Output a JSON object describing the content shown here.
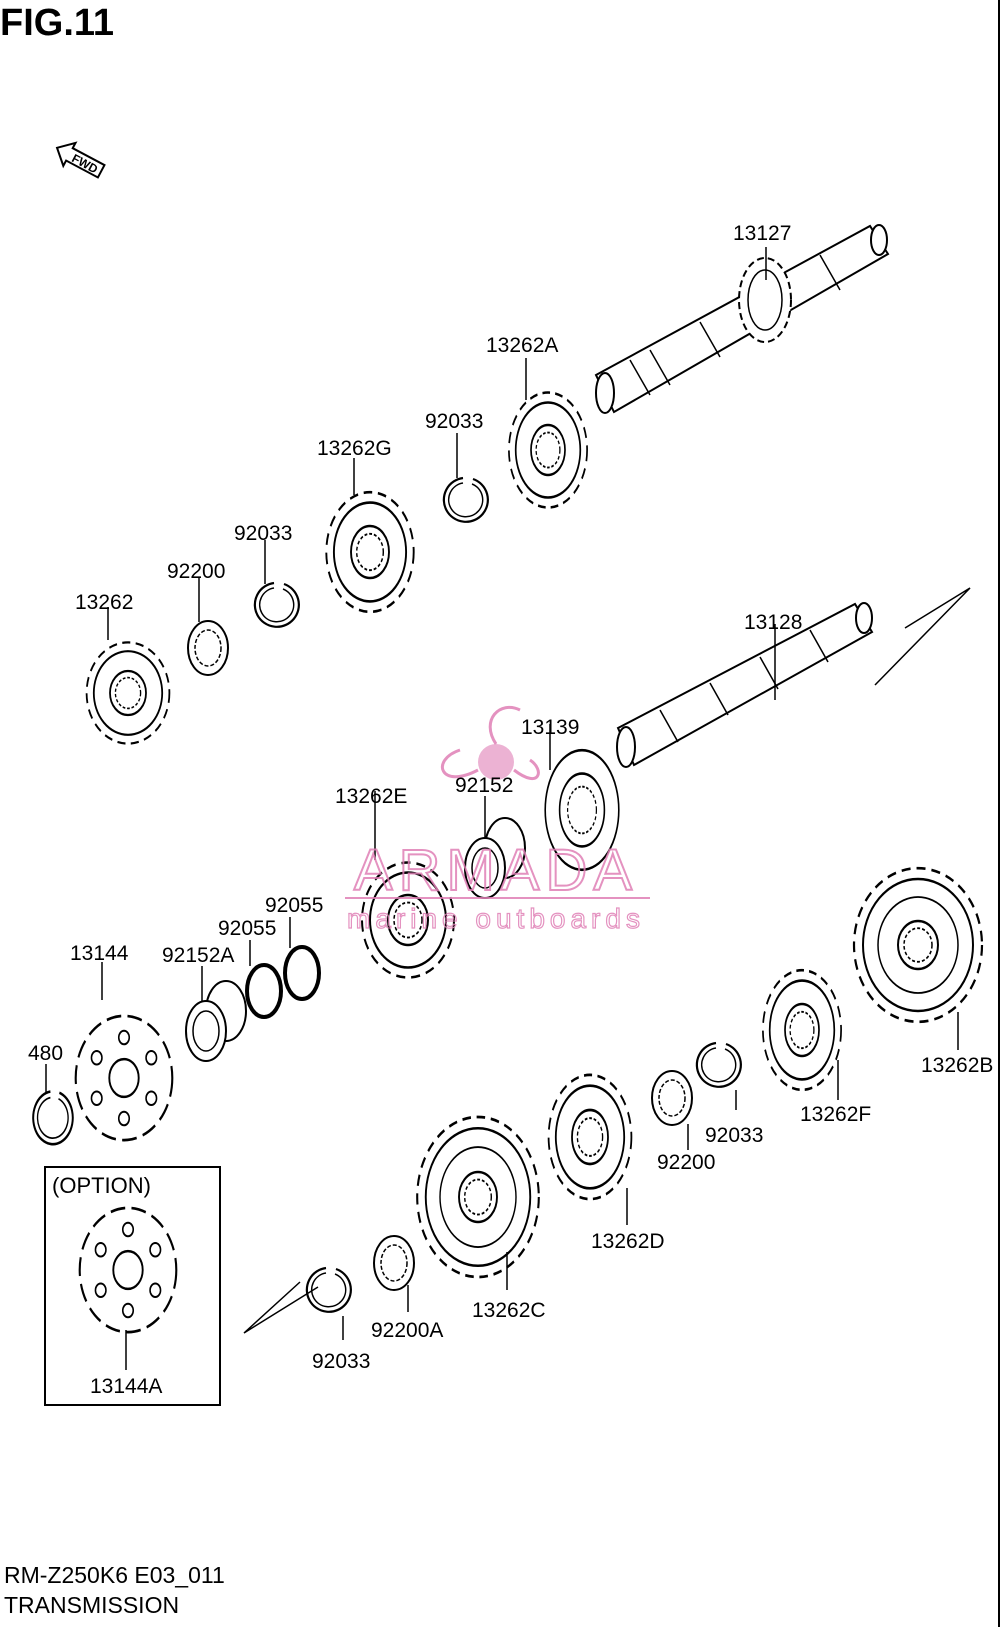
{
  "figure": {
    "title": "FIG.11",
    "model_code": "RM-Z250K6 E03_011",
    "section_name": "TRANSMISSION"
  },
  "fwd_label": "FWD",
  "watermark": {
    "brand": "ARMADA",
    "tagline": "marine outboards",
    "color": "#e07fb6"
  },
  "option_box": {
    "label": "(OPTION)"
  },
  "parts": {
    "p13127": "13127",
    "p13262A": "13262A",
    "p92033_a": "92033",
    "p13262G": "13262G",
    "p92033_b": "92033",
    "p92200_a": "92200",
    "p13262": "13262",
    "p13128": "13128",
    "p13139": "13139",
    "p92152": "92152",
    "p13262E": "13262E",
    "p92055_a": "92055",
    "p92055_b": "92055",
    "p13144": "13144",
    "p92152A": "92152A",
    "p480": "480",
    "p13262B": "13262B",
    "p13262F": "13262F",
    "p92033_c": "92033",
    "p92200_b": "92200",
    "p13262D": "13262D",
    "p13262C": "13262C",
    "p92200A": "92200A",
    "p92033_d": "92033",
    "p13144A": "13144A"
  }
}
